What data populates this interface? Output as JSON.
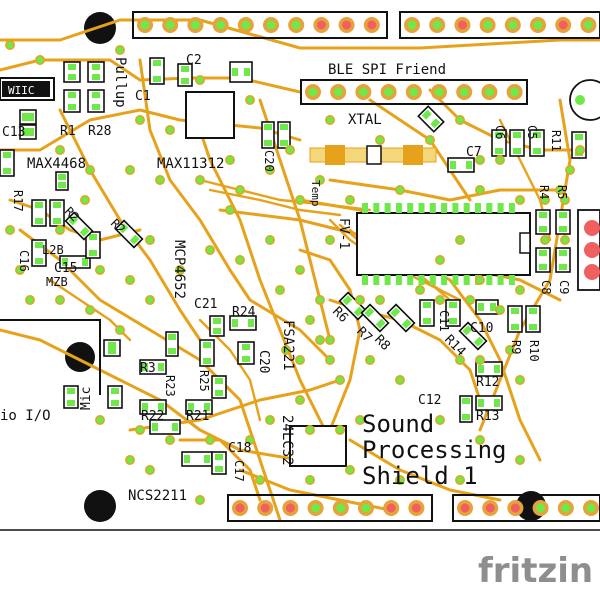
{
  "board": {
    "title_lines": [
      "Sound",
      "Processing",
      "Shield 1"
    ],
    "brand": "fritzin"
  },
  "labels": {
    "ble": "BLE SPI Friend",
    "xtal": "XTAL",
    "max4468": "MAX4468",
    "max11312": "MAX11312",
    "temp": "Temp",
    "mcp": "MCP4652",
    "fsa": "FSA221",
    "eeprom": "24LC32",
    "ncs": "NCS2211",
    "audio": "io I/O",
    "mic": "Mic",
    "pullup": "Pullup",
    "wiic": "WIIC",
    "fv1": "FV-1",
    "r1": "R1",
    "r2": "R2",
    "r3": "R3",
    "r4": "R4",
    "r5": "R5",
    "r6": "R6",
    "r7": "R7",
    "r8": "R8",
    "r9": "R9",
    "r10": "R10",
    "r11": "R11",
    "r12": "R12",
    "r13": "R13",
    "r14": "R14",
    "r17": "R17",
    "r21": "R21",
    "r22": "R22",
    "r23": "R23",
    "r24": "R24",
    "r25": "R25",
    "r28": "R28",
    "c1": "C1",
    "c2": "C2",
    "c5": "C5",
    "c6": "C6",
    "c7": "C7",
    "c8": "C8",
    "c9": "C9",
    "c10": "C10",
    "c11": "C11",
    "c12": "C12",
    "c13": "C13",
    "c15": "C15",
    "c16": "C16",
    "c17": "C17",
    "c18": "C18",
    "c20": "C20",
    "c21": "C21",
    "l2": "L2B",
    "l3": "MZB"
  },
  "colors": {
    "trace": "#e7a21c",
    "pad_green": "#6ee84a",
    "pad_red": "#f06060",
    "header_pad": "#e8a23a",
    "outline": "#111111",
    "bg": "#ffffff"
  }
}
